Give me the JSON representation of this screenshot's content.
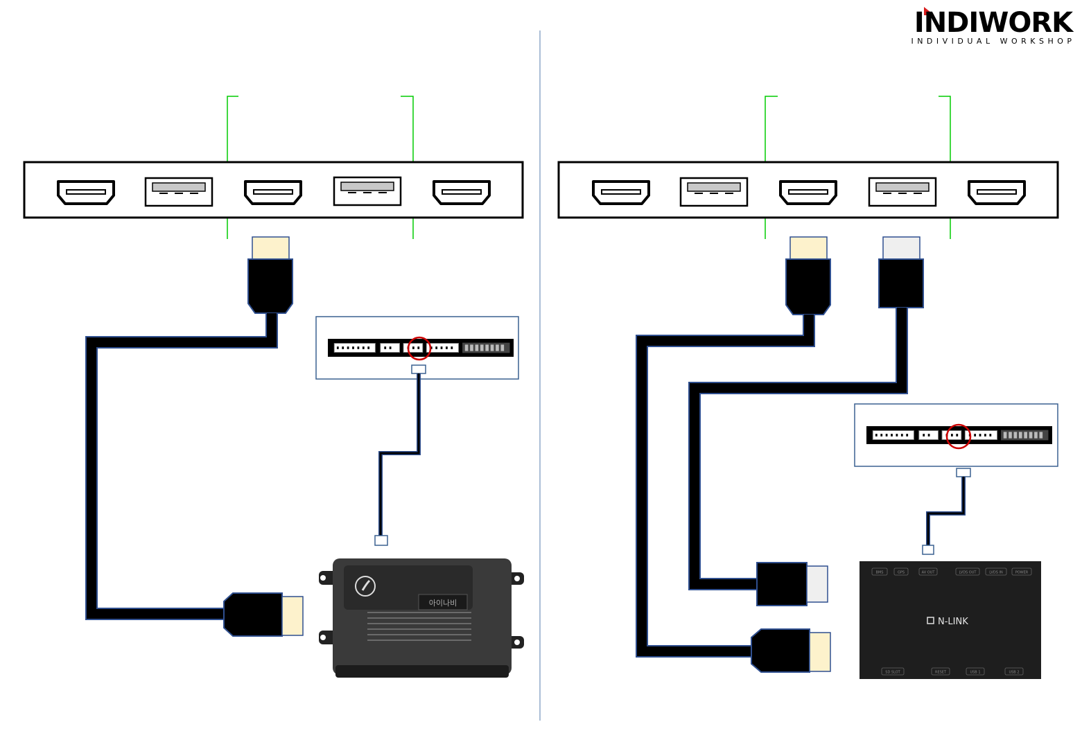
{
  "brand": {
    "name": "INDIWORK",
    "tagline": "INDIVIDUAL WORKSHOP"
  },
  "colors": {
    "cable": "#000000",
    "cable_outline": "#2f4f8f",
    "hdmi_plug_tip": "#fdf2cc",
    "usb_plug_tip": "#efefef",
    "range_marker": "#00cc00",
    "divider": "#8fa8c8",
    "highlight_circle": "#cc0000",
    "module_frame": "#3a6090"
  },
  "left_diagram": {
    "interface_board": {
      "ports": [
        "hdmi-port",
        "usb-port",
        "hdmi-port",
        "usb-port",
        "hdmi-port"
      ]
    },
    "module": {
      "label": "아이나비",
      "logo_icon": "inavi-logo-icon"
    }
  },
  "right_diagram": {
    "interface_board": {
      "ports": [
        "hdmi-port",
        "usb-port",
        "hdmi-port",
        "usb-port",
        "hdmi-port"
      ]
    },
    "module": {
      "brand": "N-LINK",
      "top_labels": [
        "BMS",
        "GPS",
        "AV OUT",
        "LVDS OUT",
        "LVDS IN",
        "POWER"
      ],
      "bottom_labels": [
        "SD SLOT",
        "RESET",
        "USB 1",
        "USB 2"
      ]
    }
  }
}
